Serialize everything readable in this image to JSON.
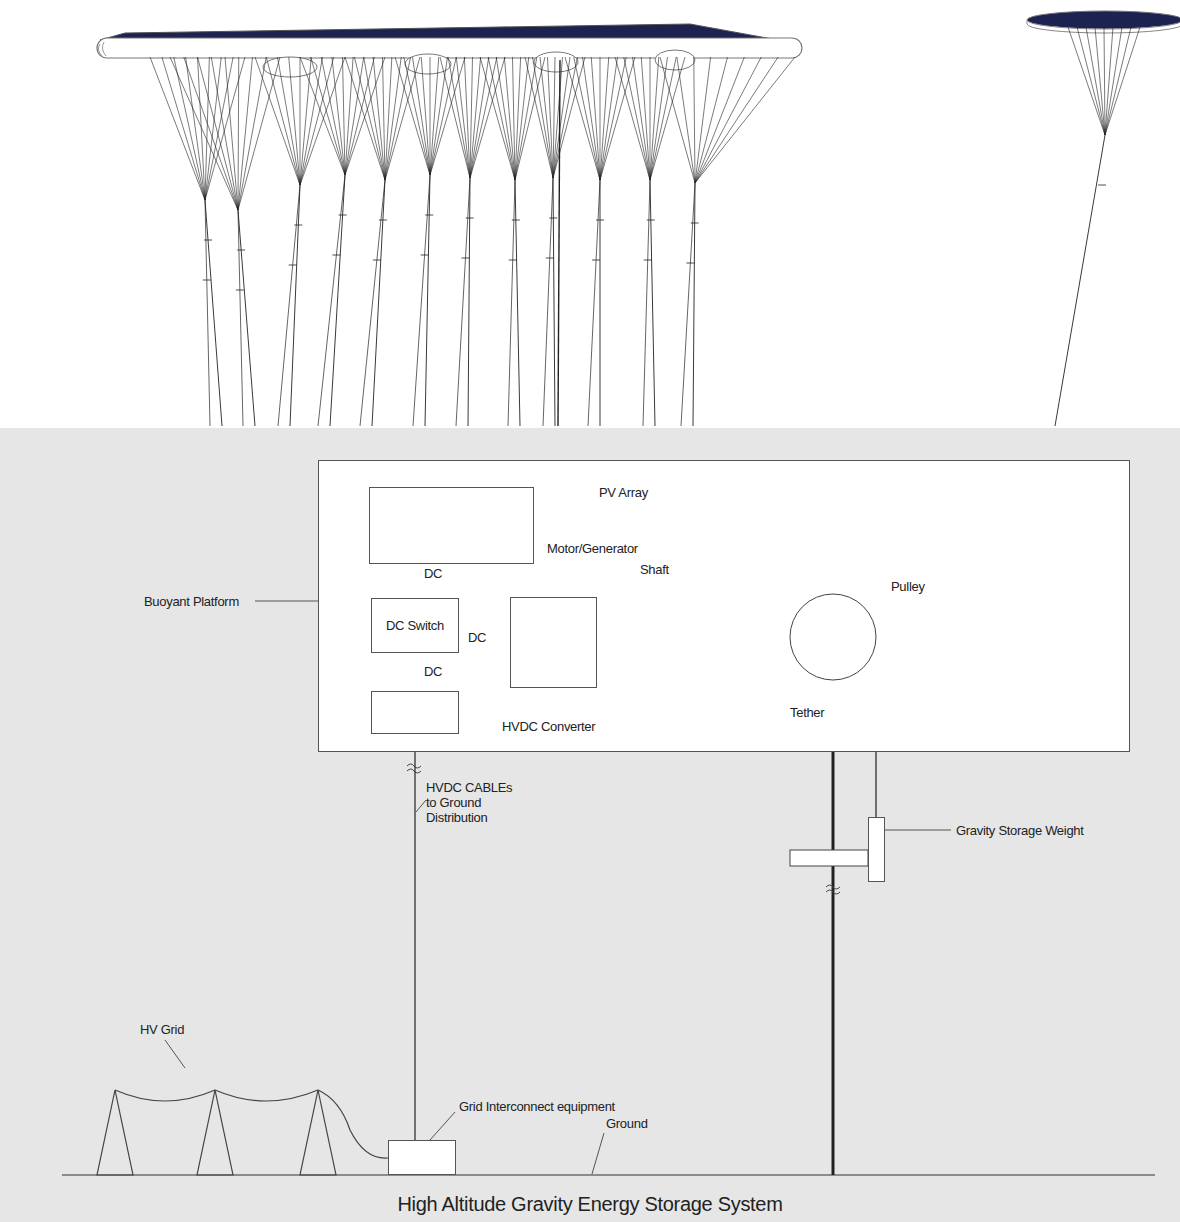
{
  "diagram": {
    "caption": "High Altitude Gravity Energy Storage System",
    "nodes": [
      {
        "text": [
          "Buoyant Platform"
        ]
      },
      {
        "text": [
          "PV Array"
        ],
        "in": 0
      },
      {
        "text": [
          "DC Switch"
        ],
        "in": 0
      },
      {
        "text": [
          "Motor/Generator"
        ],
        "in": 0
      },
      {
        "text": [
          "HVDC Converter"
        ],
        "in": 0
      },
      {
        "text": [
          "Pulley"
        ],
        "in": 0
      },
      {
        "text": [
          "Gravity Storage Weight"
        ]
      },
      {
        "text": [
          "Grid Interconnect equipment"
        ]
      }
    ],
    "edges": [
      {
        "from": 1,
        "to": 2,
        "arrow": "to",
        "label": "DC"
      },
      {
        "from": 2,
        "to": 3,
        "arrow": "both",
        "label": "DC"
      },
      {
        "from": 2,
        "to": 4,
        "arrow": "both",
        "label": "DC"
      },
      {
        "from": 3,
        "to": 5,
        "arrow": "none",
        "label": "Shaft"
      },
      {
        "from": 4,
        "to": 7,
        "arrow": "none",
        "label": "HVDC CABLEs to Ground Distribution"
      },
      {
        "from": 5,
        "to": 6,
        "arrow": "none"
      }
    ],
    "labels": [
      "Tether",
      "HV Grid",
      "Ground"
    ]
  }
}
